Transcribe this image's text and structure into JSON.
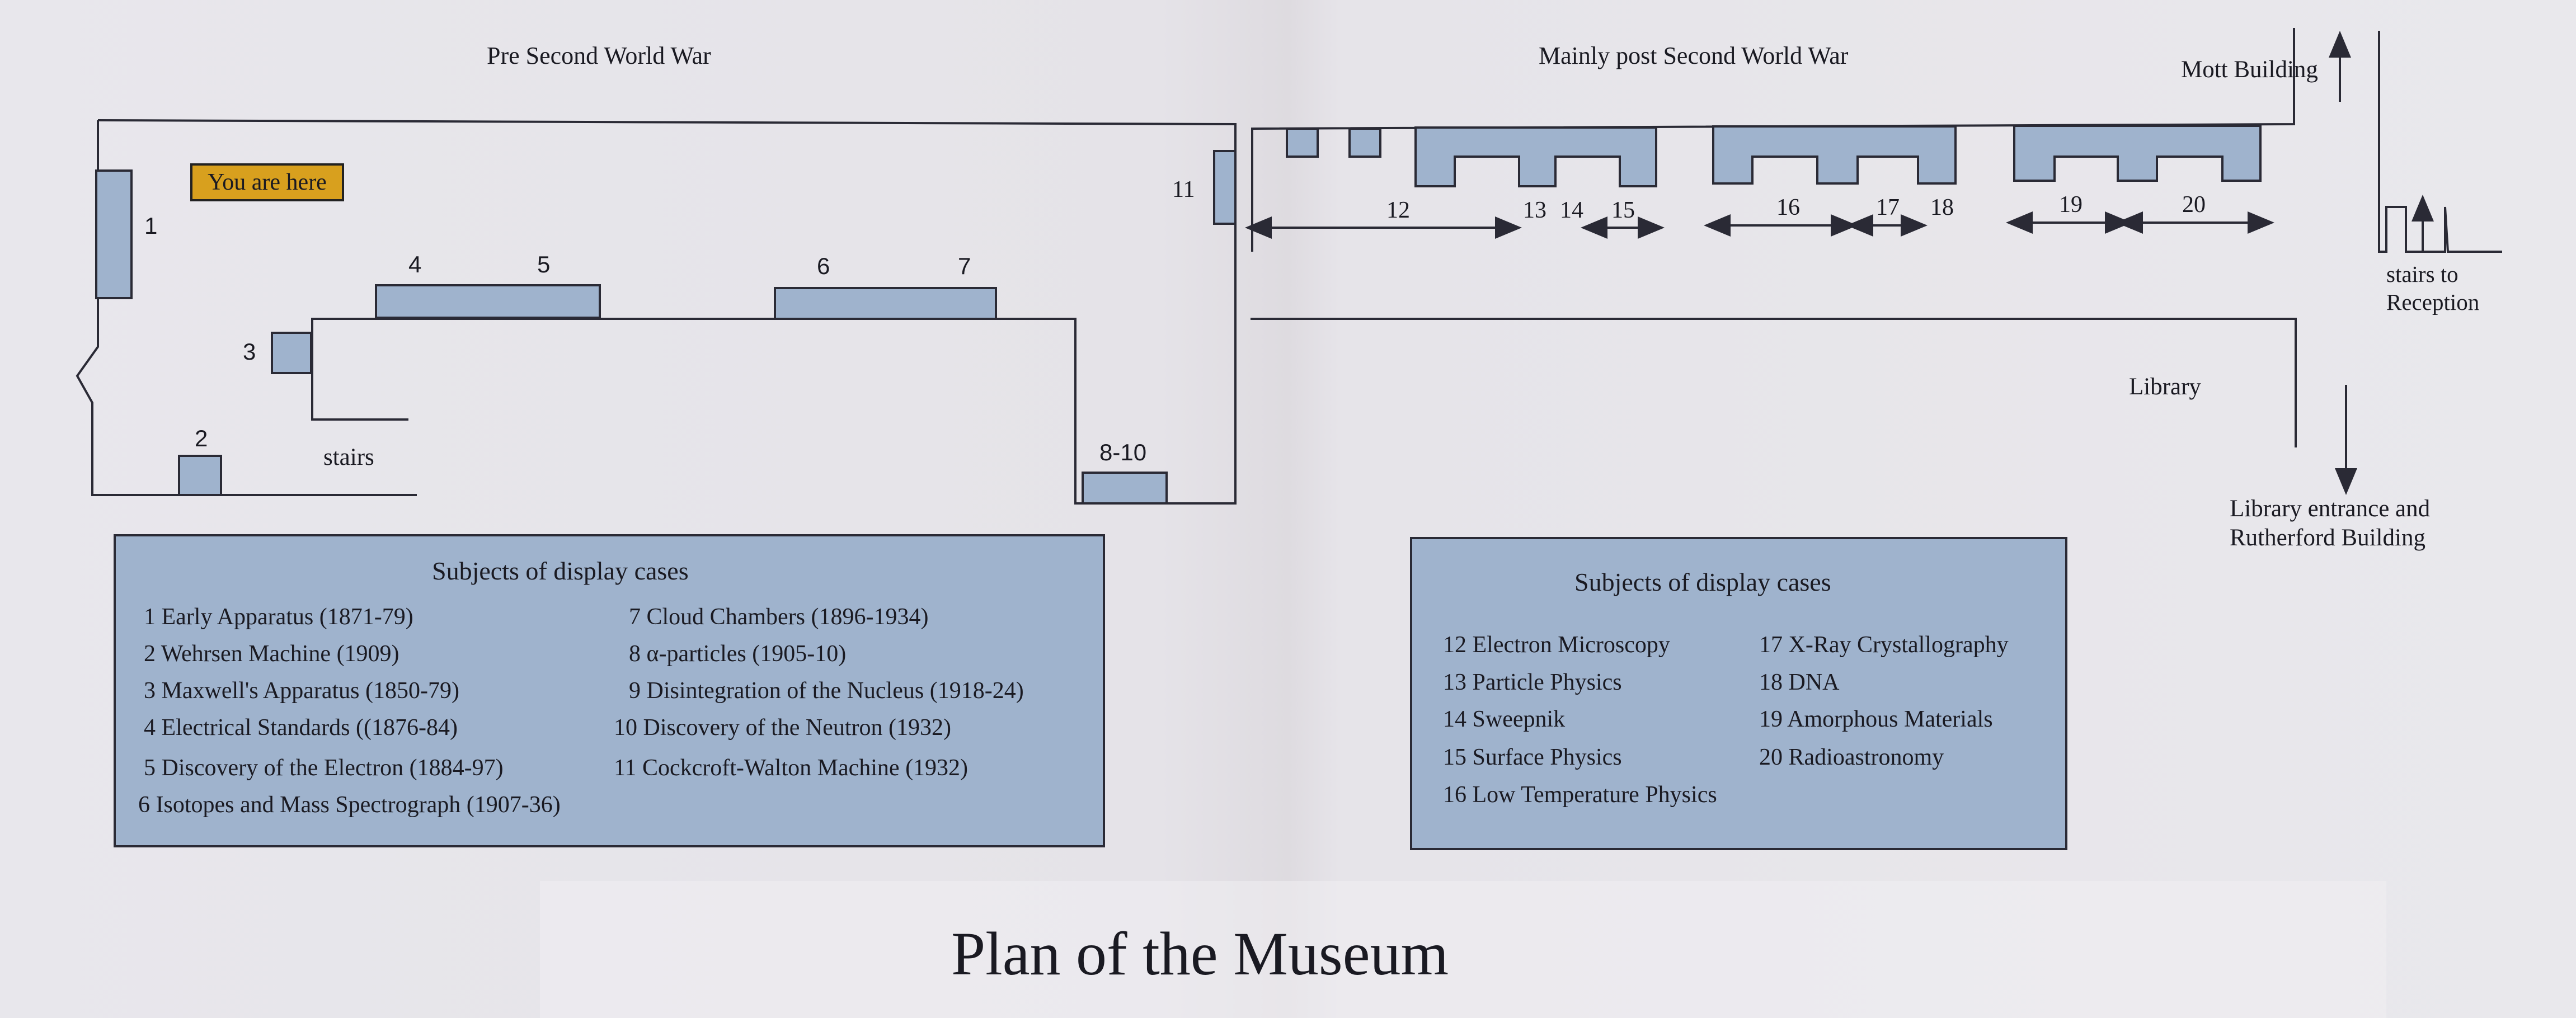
{
  "headings": {
    "pre_war": "Pre Second World War",
    "post_war": "Mainly post Second World War",
    "title": "Plan of the Museum"
  },
  "marker": {
    "you_are_here": "You are here"
  },
  "labels": {
    "stairs": "stairs",
    "library": "Library",
    "mott": "Mott Building",
    "stairs_reception_1": "stairs to",
    "stairs_reception_2": "Reception",
    "library_entrance_1": "Library entrance and",
    "library_entrance_2": "Rutherford Building"
  },
  "case_numbers": {
    "c1": "1",
    "c2": "2",
    "c3": "3",
    "c4": "4",
    "c5": "5",
    "c6": "6",
    "c7": "7",
    "c8_10": "8-10",
    "c11": "11",
    "c12": "12",
    "c13": "13",
    "c14": "14",
    "c15": "15",
    "c16": "16",
    "c17": "17",
    "c18": "18",
    "c19": "19",
    "c20": "20"
  },
  "legend_left": {
    "title": "Subjects of display cases",
    "col1": [
      "1  Early Apparatus  (1871-79)",
      "2  Wehrsen Machine (1909)",
      "3  Maxwell's Apparatus (1850-79)",
      "4  Electrical Standards ((1876-84)",
      "5  Discovery of the Electron  (1884-97)",
      "6  Isotopes and Mass Spectrograph  (1907-36)"
    ],
    "col2": [
      "7  Cloud Chambers (1896-1934)",
      "8  α-particles  (1905-10)",
      "9  Disintegration of the Nucleus  (1918-24)",
      "10  Discovery of the Neutron (1932)",
      "11  Cockcroft-Walton Machine (1932)"
    ]
  },
  "legend_right": {
    "title": "Subjects of display cases",
    "col1": [
      "12  Electron Microscopy",
      "13  Particle Physics",
      "14  Sweepnik",
      "15  Surface Physics",
      "16  Low Temperature Physics"
    ],
    "col2": [
      "17  X-Ray Crystallography",
      "18  DNA",
      "19  Amorphous Materials",
      "20  Radioastronomy"
    ]
  },
  "colors": {
    "case_fill": "#9fb3cd",
    "marker_fill": "#d8a01e",
    "line": "#2a2a35"
  }
}
